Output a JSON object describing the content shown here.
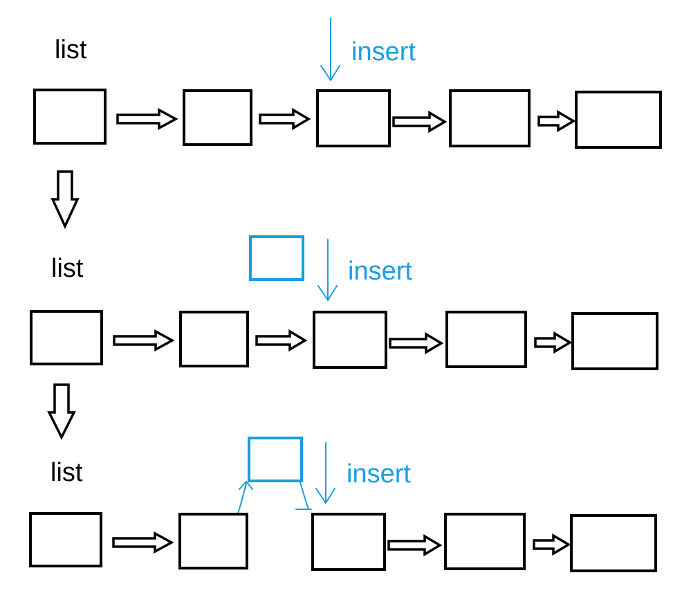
{
  "diagram": {
    "colors": {
      "ink": "#000000",
      "accent": "#1a9ee0",
      "background": "#ffffff"
    },
    "panels": [
      {
        "list_label": "list",
        "insert_label": "insert",
        "node_count": 5,
        "new_node": false,
        "linked_in": false
      },
      {
        "list_label": "list",
        "insert_label": "insert",
        "node_count": 5,
        "new_node": true,
        "linked_in": false
      },
      {
        "list_label": "list",
        "insert_label": "insert",
        "node_count": 5,
        "new_node": true,
        "linked_in": true
      }
    ]
  }
}
